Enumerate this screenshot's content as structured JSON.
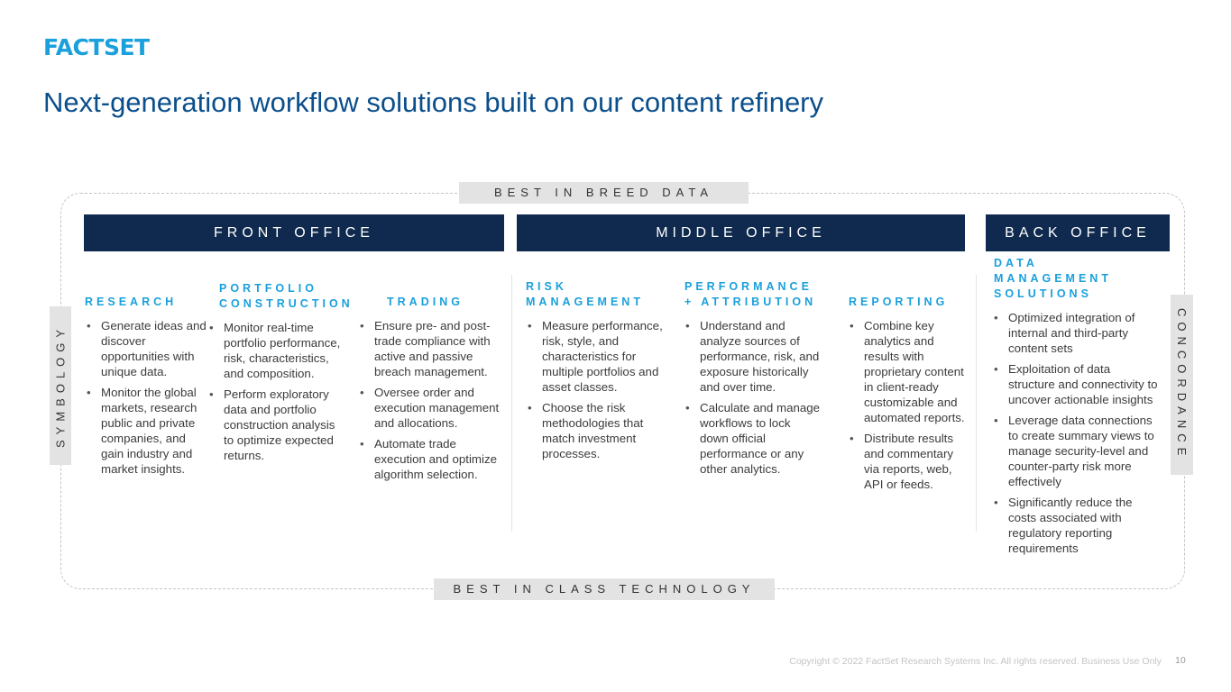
{
  "brand": {
    "logo_text": "FACTSET"
  },
  "title": "Next-generation workflow solutions built on our content refinery",
  "bands": {
    "top": "BEST IN BREED DATA",
    "bottom": "BEST IN CLASS TECHNOLOGY",
    "left": "SYMBOLOGY",
    "right": "CONCORDANCE"
  },
  "offices": {
    "front": "FRONT OFFICE",
    "middle": "MIDDLE OFFICE",
    "back": "BACK OFFICE"
  },
  "columns": {
    "research": {
      "heading": "RESEARCH",
      "items": [
        "Generate ideas and discover opportunities with unique data.",
        "Monitor the global markets, research public and private companies, and gain industry and market insights."
      ]
    },
    "portfolio": {
      "heading": "PORTFOLIO\nCONSTRUCTION",
      "items": [
        "Monitor real-time portfolio performance, risk, characteristics, and composition.",
        "Perform exploratory data and portfolio construction analysis to optimize expected returns."
      ]
    },
    "trading": {
      "heading": "TRADING",
      "items": [
        "Ensure pre- and post-trade compliance with active and passive breach management.",
        "Oversee order and execution management and allocations.",
        "Automate trade execution and optimize algorithm selection."
      ]
    },
    "risk": {
      "heading": "RISK\nMANAGEMENT",
      "items": [
        "Measure performance, risk, style, and characteristics for multiple portfolios and asset classes.",
        "Choose the risk methodologies that match investment processes."
      ]
    },
    "performance": {
      "heading": "PERFORMANCE\n+ ATTRIBUTION",
      "items": [
        "Understand and analyze sources of performance, risk, and exposure historically and over time.",
        "Calculate and manage workflows to lock down official performance or any other analytics."
      ]
    },
    "reporting": {
      "heading": "REPORTING",
      "items": [
        "Combine key analytics and results with proprietary content in client-ready customizable and automated reports.",
        "Distribute results and commentary via reports, web, API or feeds."
      ]
    },
    "data_management": {
      "heading": "DATA\nMANAGEMENT\nSOLUTIONS",
      "items": [
        "Optimized integration of internal and third-party content sets",
        "Exploitation of data structure and connectivity to uncover actionable insights",
        "Leverage data connections to create summary views to manage security-level and counter-party risk more effectively",
        "Significantly reduce the costs associated with regulatory reporting requirements"
      ]
    }
  },
  "footer": {
    "copyright": "Copyright © 2022 FactSet Research Systems Inc. All rights reserved. Business Use Only",
    "page_number": "10"
  }
}
